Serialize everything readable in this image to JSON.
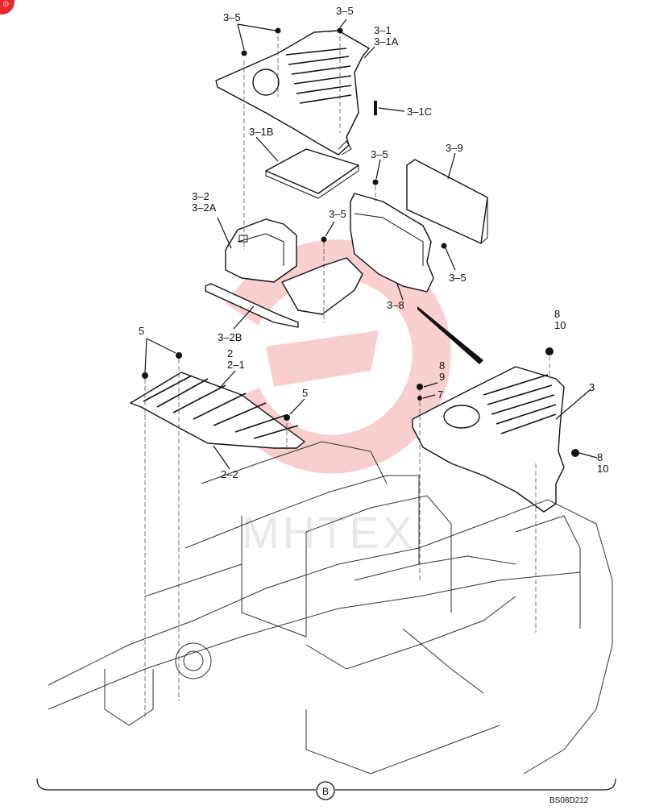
{
  "diagram": {
    "drawing_code": "BS08D212",
    "view_marker": "B",
    "watermark_text": "MHTEX",
    "watermark_color": "#e8262b",
    "corner_badge_color": "#e8262b",
    "labels": {
      "l_3_5_a": "3–5",
      "l_3_5_b": "3–5",
      "l_3_1": "3–1",
      "l_3_1a": "3–1A",
      "l_3_1c": "3–1C",
      "l_3_1b": "3–1B",
      "l_3_5_c": "3–5",
      "l_3_9": "3–9",
      "l_3_2": "3–2",
      "l_3_2a": "3–2A",
      "l_3_5_d": "3–5",
      "l_3_5_e": "3–5",
      "l_3_8": "3–8",
      "l_3_2b": "3–2B",
      "l_5_a": "5",
      "l_2": "2",
      "l_2_1": "2–1",
      "l_5_b": "5",
      "l_2_2": "2–2",
      "l_8_a": "8",
      "l_10_a": "10",
      "l_8_b": "8",
      "l_9": "9",
      "l_7": "7",
      "l_3": "3",
      "l_8_c": "8",
      "l_10_b": "10"
    }
  }
}
